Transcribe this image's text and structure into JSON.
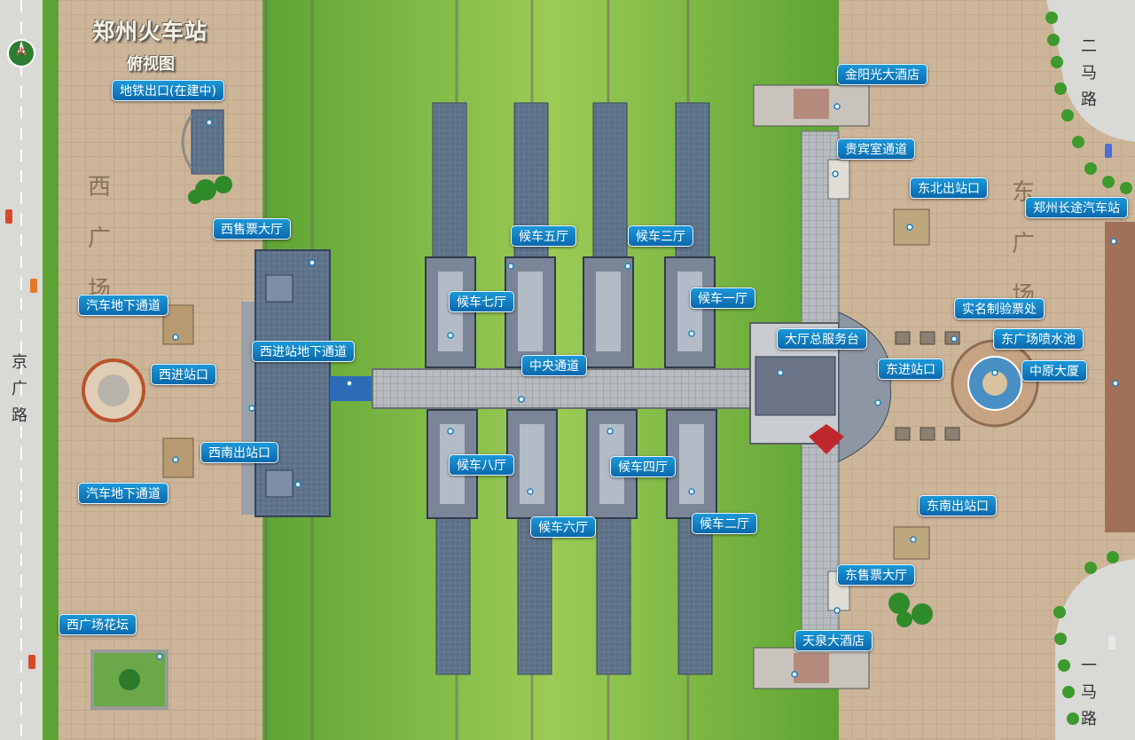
{
  "title": "郑州火车站",
  "subtitle": "俯视图",
  "compass": "北",
  "areas": {
    "west_square": "西广场",
    "east_square": "东广场"
  },
  "roads": {
    "west": "京广路",
    "east_north": "二马路",
    "east_south": "一马路"
  },
  "labels": {
    "subway_exit": "地铁出口(在建中)",
    "west_ticket_hall": "西售票大厅",
    "car_tunnel_north": "汽车地下通道",
    "west_entrance_tunnel": "西进站地下通道",
    "west_entrance": "西进站口",
    "west_south_exit": "西南出站口",
    "car_tunnel_south": "汽车地下通道",
    "west_flower_bed": "西广场花坛",
    "hall_5": "候车五厅",
    "hall_3": "候车三厅",
    "hall_7": "候车七厅",
    "hall_1": "候车一厅",
    "central_passage": "中央通道",
    "hall_8": "候车八厅",
    "hall_4": "候车四厅",
    "hall_6": "候车六厅",
    "hall_2": "候车二厅",
    "jinyangguang_hotel": "金阳光大酒店",
    "vip_passage": "贵宾室通道",
    "northeast_exit": "东北出站口",
    "zhengzhou_bus_station": "郑州长途汽车站",
    "realname_check": "实名制验票处",
    "main_service_desk": "大厅总服务台",
    "east_fountain": "东广场喷水池",
    "east_entrance": "东进站口",
    "zhongyuan_tower": "中原大厦",
    "southeast_exit": "东南出站口",
    "east_ticket_hall": "东售票大厅",
    "tianquan_hotel": "天泉大酒店"
  },
  "colors": {
    "label_bg": "#0f7ec6",
    "label_border": "#e8f6ff",
    "grass": "#8fbf4a",
    "plaza": "#cdb59a",
    "roof": "#5d7189"
  }
}
